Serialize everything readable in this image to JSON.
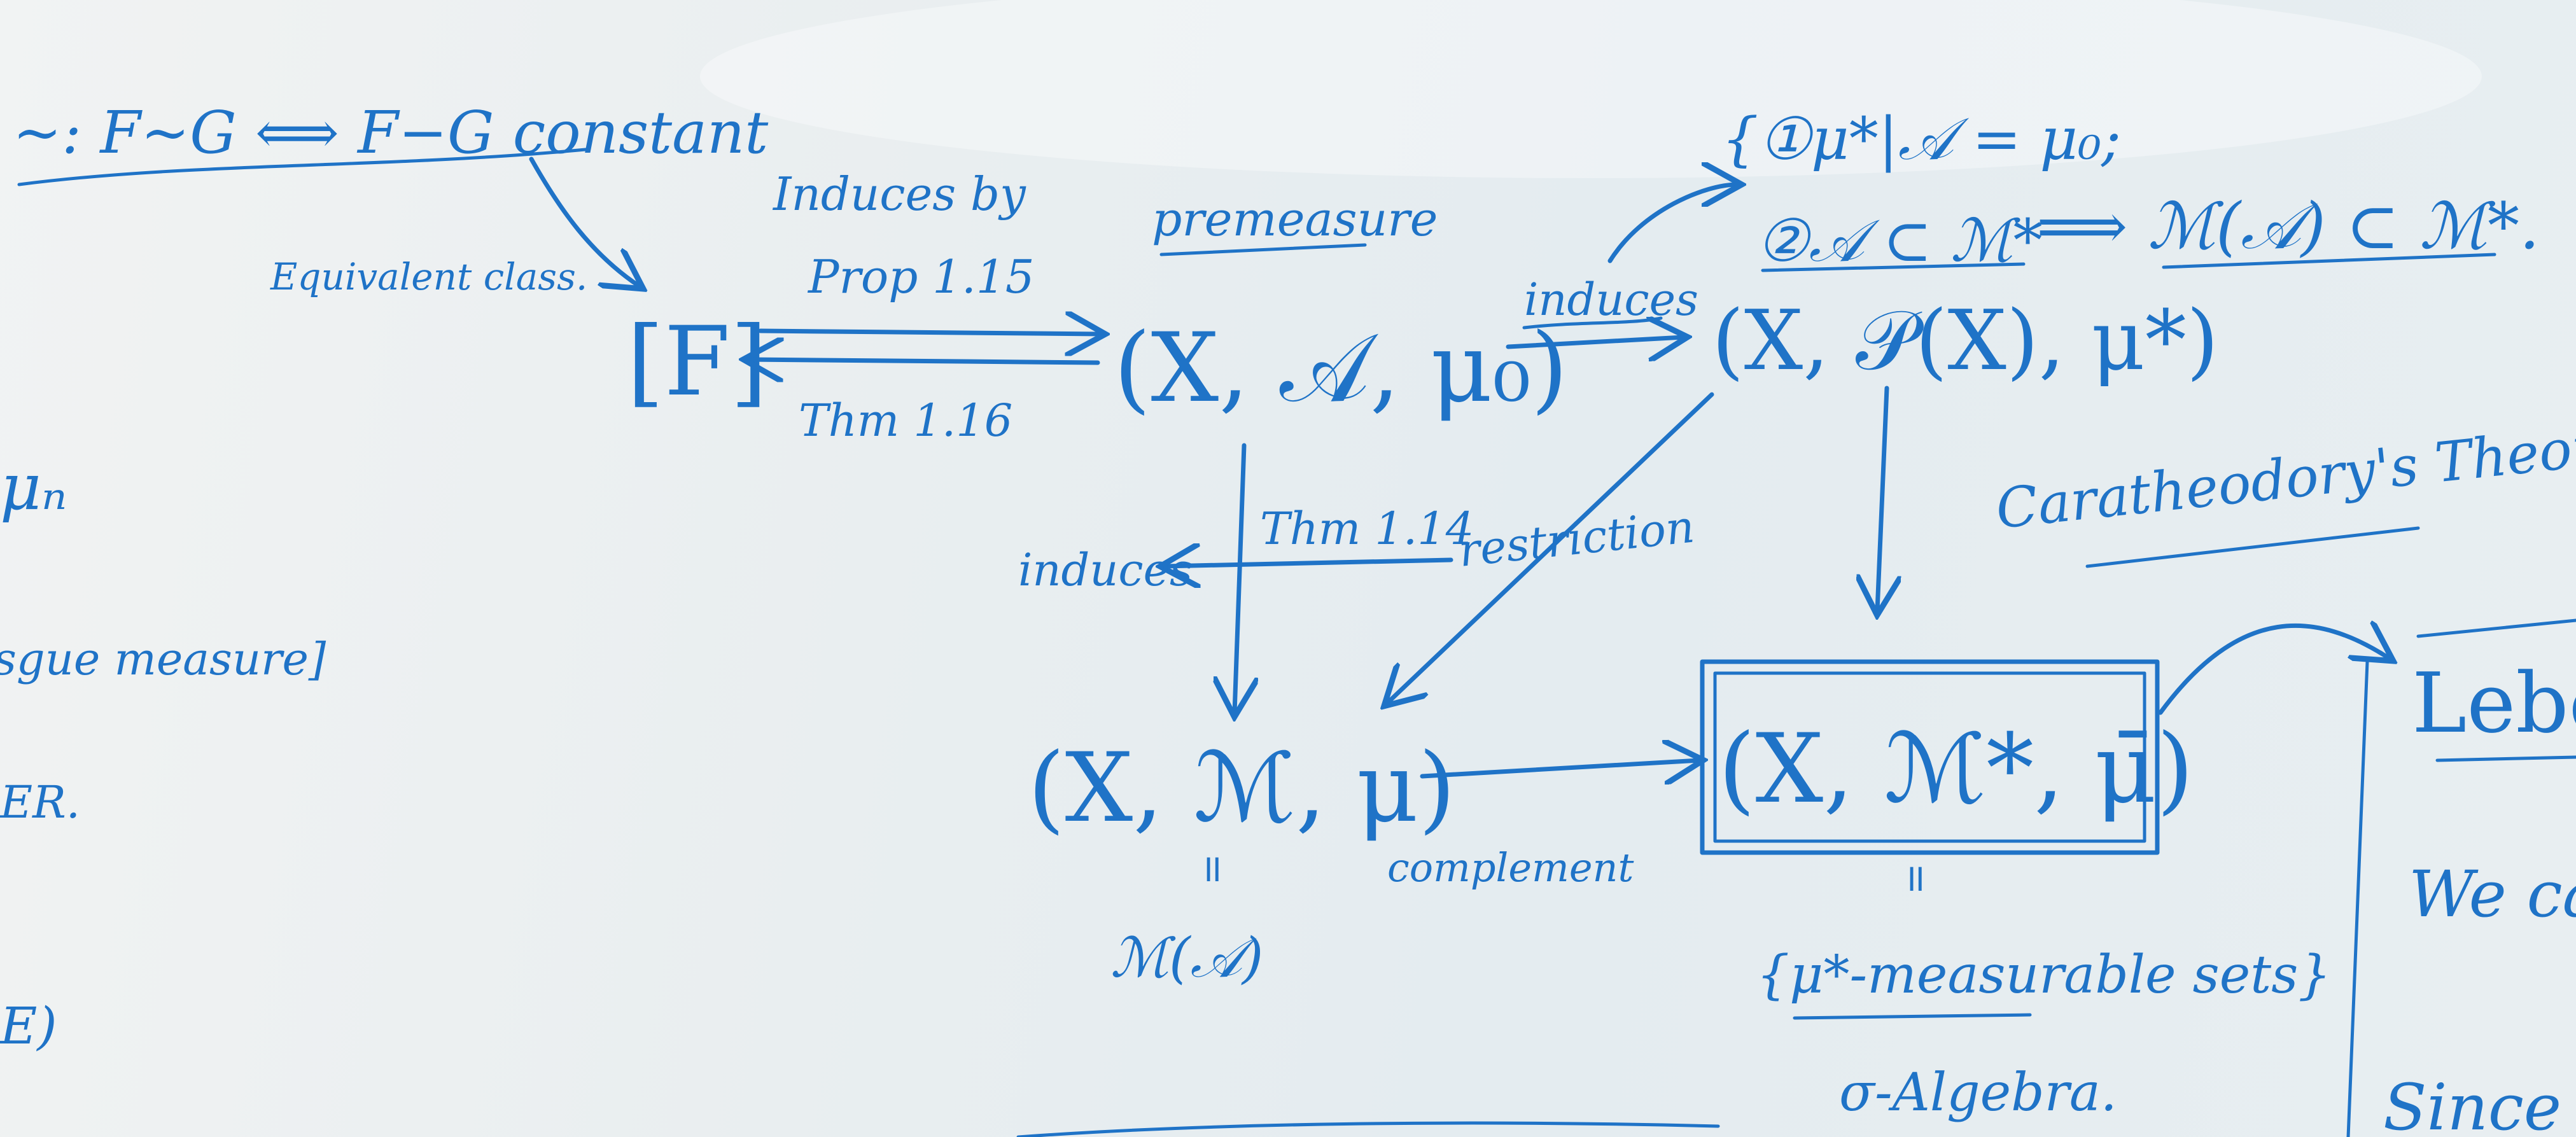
{
  "board": {
    "ink_color": "#1f73c7",
    "background_color": "#e9eef0",
    "texts": {
      "equiv_rel": "~: F~G ⟺ F−G constant",
      "equiv_class": "Equivalent class.",
      "class_F": "[F]",
      "induces_by": "Induces by",
      "prop": "Prop 1.15",
      "thm116": "Thm 1.16",
      "premeasure": "premeasure",
      "premeasure_space": "(X, 𝒜, μ₀)",
      "induces_top": "induces",
      "outer_space": "(X, 𝒫(X), μ*)",
      "cond1": "{①μ*|𝒜 = μ₀;",
      "cond2": "②𝒜 ⊂ ℳ*",
      "implies_result": "⟹ ℳ(𝒜) ⊂ ℳ*.",
      "thm114": "Thm 1.14",
      "restriction": "restriction",
      "induces_left": "induces",
      "measure_space": "(X, ℳ, μ)",
      "m_eq": "ℳ(𝒜)",
      "complement": "complement",
      "complete_space": "(X, ℳ*, μ̄)",
      "measurable_sets": "{μ*-measurable sets}",
      "sigma_algebra": "σ-Algebra.",
      "caratheodory": "Caratheodory's Theorem.",
      "lebe": "Lebe",
      "we_ca": "We ca",
      "since": "Since",
      "left_mu": "μₙ",
      "left_lebesgue": "sgue measure]",
      "left_er": "ER.",
      "left_e": "E)"
    }
  }
}
